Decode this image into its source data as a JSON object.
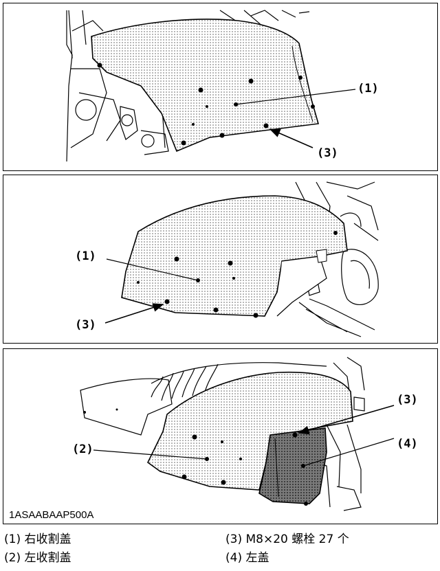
{
  "panel1": {
    "callouts": {
      "c1": "(1)",
      "c3": "(3)"
    }
  },
  "panel2": {
    "callouts": {
      "c1": "(1)",
      "c3": "(3)"
    }
  },
  "panel3": {
    "callouts": {
      "c2": "(2)",
      "c3": "(3)",
      "c4": "(4)"
    },
    "figure_code": "1ASAABAAP500A"
  },
  "legend": [
    {
      "num": "(1)",
      "text": "右收割盖"
    },
    {
      "num": "(2)",
      "text": "左收割盖"
    },
    {
      "num": "(3)",
      "text": "M8×20 螺栓 27 个"
    },
    {
      "num": "(4)",
      "text": "左盖"
    }
  ]
}
